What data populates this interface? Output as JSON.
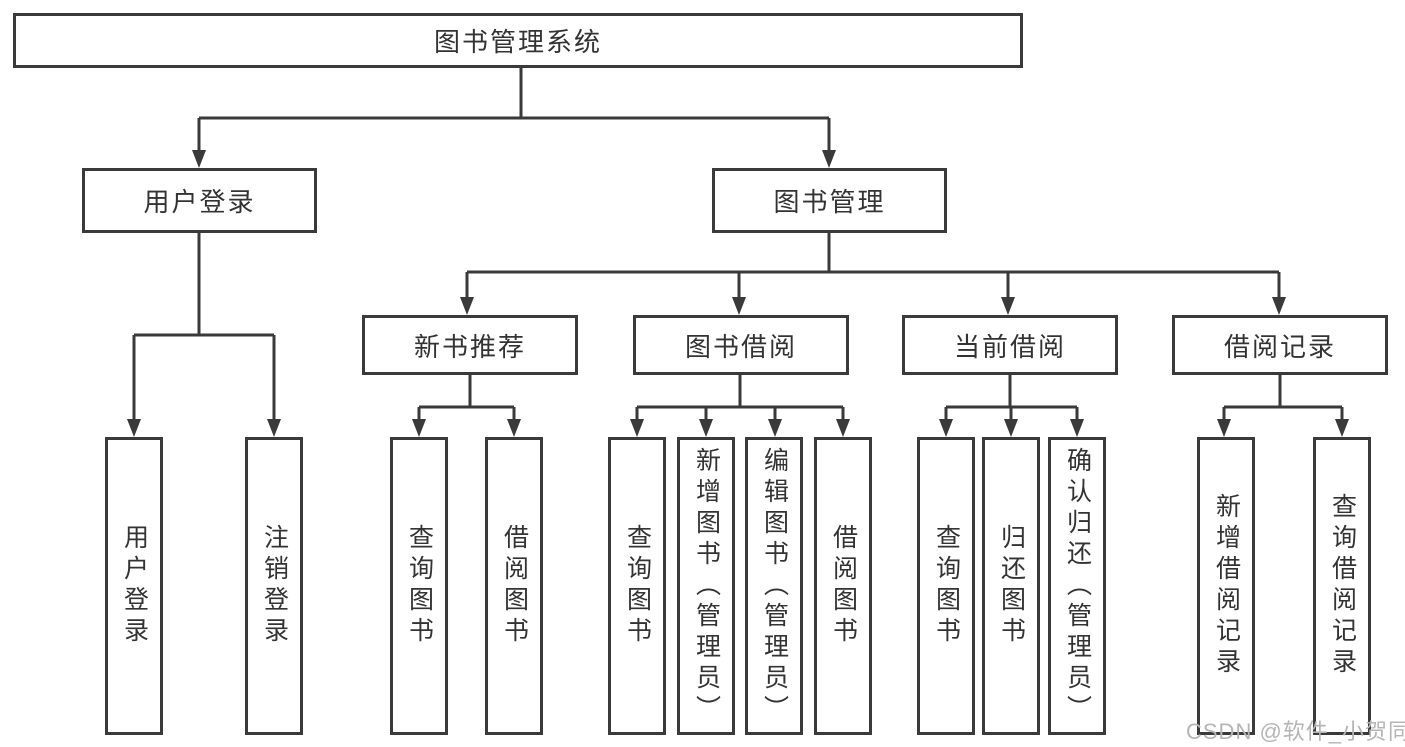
{
  "page": {
    "watermark": "CSDN @软件_小贺同学"
  },
  "colors": {
    "line": "#3a3a3a",
    "box_border": "#3a3a3a",
    "text": "#333333",
    "watermark": "#b5b5b5",
    "background": "#ffffff"
  },
  "diagram": {
    "type": "tree",
    "root": {
      "label": "图书管理系统"
    },
    "branches": [
      {
        "label": "用户登录",
        "children": [
          {
            "label": "用户登录"
          },
          {
            "label": "注销登录"
          }
        ]
      },
      {
        "label": "图书管理",
        "children": [
          {
            "label": "新书推荐",
            "children": [
              {
                "label": "查询图书"
              },
              {
                "label": "借阅图书"
              }
            ]
          },
          {
            "label": "图书借阅",
            "children": [
              {
                "label": "查询图书"
              },
              {
                "label": "新增图书（管理员）"
              },
              {
                "label": "编辑图书（管理员）"
              },
              {
                "label": "借阅图书"
              }
            ]
          },
          {
            "label": "当前借阅",
            "children": [
              {
                "label": "查询图书"
              },
              {
                "label": "归还图书"
              },
              {
                "label": "确认归还（管理员）"
              }
            ]
          },
          {
            "label": "借阅记录",
            "children": [
              {
                "label": "新增借阅记录"
              },
              {
                "label": "查询借阅记录"
              }
            ]
          }
        ]
      }
    ]
  }
}
